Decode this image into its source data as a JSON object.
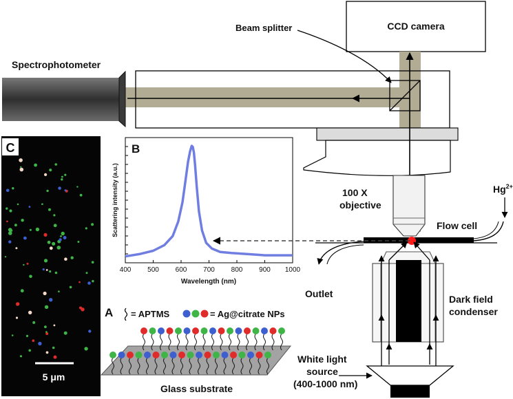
{
  "labels": {
    "spectrophotometer": "Spectrophotometer",
    "beam_splitter": "Beam splitter",
    "ccd_camera": "CCD camera",
    "objective_line1": "100 X",
    "objective_line2": "objective",
    "hg_ion": "Hg",
    "hg_charge": "2+",
    "flow_cell": "Flow cell",
    "outlet": "Outlet",
    "condenser_line1": "Dark field",
    "condenser_line2": "condenser",
    "white_light_line1": "White light",
    "white_light_line2": "source",
    "white_light_line3": "(400-1000 nm)",
    "glass_substrate": "Glass substrate"
  },
  "panels": {
    "a_letter": "A",
    "b_letter": "B",
    "c_letter": "C",
    "a_legend_aptms": "= APTMS",
    "a_legend_nps": "= Ag@citrate NPs",
    "c_scalebar": "5 μm"
  },
  "colors": {
    "beam": "#b3ac94",
    "spectrum": "#6f7ee0",
    "np_red": "#e02b2b",
    "np_green": "#3fb548",
    "np_blue": "#3d5fd0",
    "hotspot": "#ff1a1a",
    "darkfield_bg": "#050505"
  },
  "chart_data": {
    "type": "line",
    "title": "",
    "xlabel": "Wavelength (nm)",
    "ylabel": "Scattering intensity (a.u.)",
    "xlim": [
      400,
      1000
    ],
    "ylim": [
      0,
      1
    ],
    "xticks": [
      400,
      500,
      600,
      700,
      800,
      900,
      1000
    ],
    "series": [
      {
        "x": [
          400,
          450,
          500,
          540,
          570,
          590,
          605,
          615,
          625,
          632,
          638,
          642,
          646,
          650,
          656,
          664,
          675,
          690,
          710,
          740,
          780,
          840,
          900,
          1000
        ],
        "values": [
          0.02,
          0.04,
          0.07,
          0.12,
          0.2,
          0.33,
          0.5,
          0.68,
          0.86,
          0.95,
          1.0,
          0.99,
          0.94,
          0.83,
          0.64,
          0.42,
          0.25,
          0.14,
          0.09,
          0.06,
          0.05,
          0.04,
          0.03,
          0.03
        ]
      }
    ]
  }
}
